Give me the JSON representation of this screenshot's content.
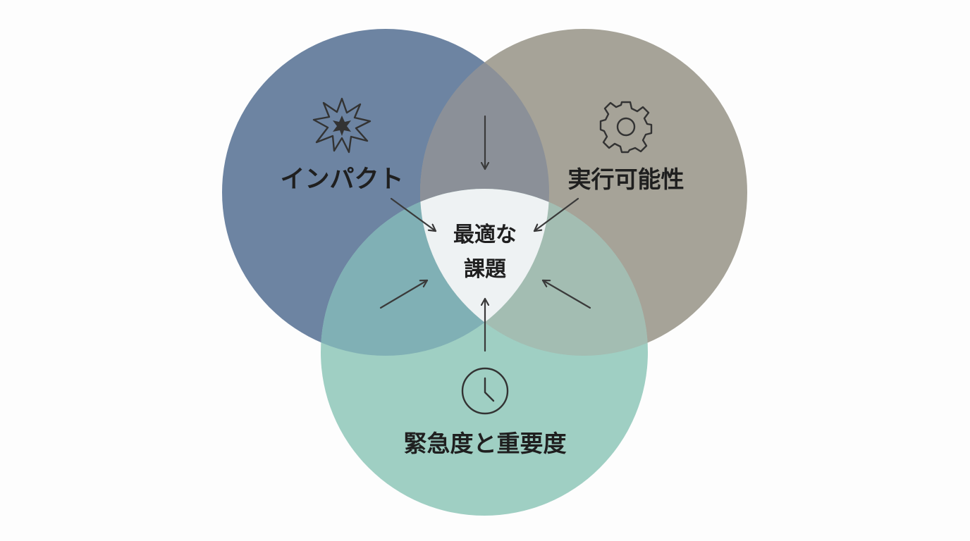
{
  "diagram": {
    "type": "venn-3",
    "circles": [
      {
        "id": "impact",
        "label": "インパクト",
        "icon": "explosion-icon",
        "color": "#6d84a2"
      },
      {
        "id": "feasibility",
        "label": "実行可能性",
        "icon": "gear-icon",
        "color": "#a6a398"
      },
      {
        "id": "urgency",
        "label": "緊急度と重要度",
        "icon": "clock-icon",
        "color": "#9fcfc3"
      }
    ],
    "center": {
      "line1": "最適な",
      "line2": "課題",
      "color": "#eef2f3"
    },
    "overlap_colors": {
      "impact_feasibility": "#8b9098",
      "impact_urgency": "#80b0b5",
      "feasibility_urgency": "#a3bdb2"
    }
  }
}
